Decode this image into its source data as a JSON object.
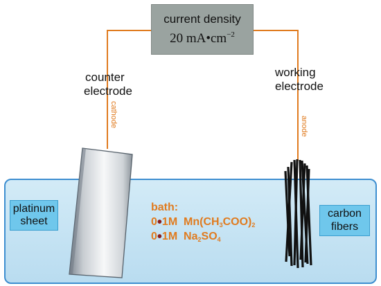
{
  "source_box": {
    "line1": "current density",
    "value": "20 mA•cm",
    "exponent": "−2"
  },
  "left_electrode": {
    "label_line1": "counter",
    "label_line2": "electrode",
    "pole": "cathode"
  },
  "right_electrode": {
    "label_line1": "working",
    "label_line2": "electrode",
    "pole": "anode"
  },
  "platinum_label": {
    "line1": "platinum",
    "line2": "sheet"
  },
  "carbon_label": {
    "line1": "carbon",
    "line2": "fibers"
  },
  "bath": {
    "title": "bath:",
    "row1_conc_a": "0",
    "row1_conc_b": "1M",
    "row1_f1": "Mn(CH",
    "row1_s1": "3",
    "row1_f2": "COO)",
    "row1_s2": "2",
    "row2_conc_a": "0",
    "row2_conc_b": "1M",
    "row2_f1": "Na",
    "row2_s1": "2",
    "row2_f2": "SO",
    "row2_s2": "4"
  },
  "colors": {
    "wire": "#e07b1f",
    "accent_text": "#e07b1f",
    "bath_fill": "#bfe0f2",
    "bath_border": "#3d8ed0",
    "label_box": "#6fc7ec",
    "source_box": "#9aa3a0",
    "fiber": "#111111"
  },
  "icons": {
    "separator_dot": "dot"
  }
}
